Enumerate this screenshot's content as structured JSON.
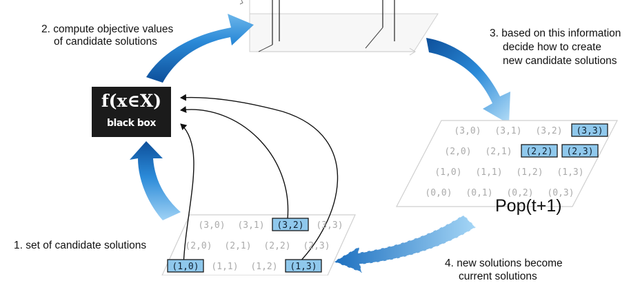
{
  "labels": {
    "step1": "1. set of candidate solutions",
    "step2_line1": "2. compute objective values",
    "step2_line2": "of candidate solutions",
    "step3_line1": "3. based on this information",
    "step3_line2": "decide how to create",
    "step3_line3": "new candidate solutions",
    "step4_line1": "4. new solutions become",
    "step4_line2": "current solutions"
  },
  "black_box": {
    "formula": "f(x∈X)",
    "caption": "black box"
  },
  "pop_next": {
    "title": "Pop(t+1)",
    "rows": [
      [
        "(3,0)",
        "(3,1)",
        "(3,2)",
        "(3,3)"
      ],
      [
        "(2,0)",
        "(2,1)",
        "(2,2)",
        "(2,3)"
      ],
      [
        "(1,0)",
        "(1,1)",
        "(1,2)",
        "(1,3)"
      ],
      [
        "(0,0)",
        "(0,1)",
        "(0,2)",
        "(0,3)"
      ]
    ],
    "highlighted": [
      "(3,3)",
      "(2,2)",
      "(2,3)"
    ]
  },
  "pop_current": {
    "rows": [
      [
        "(3,0)",
        "(3,1)",
        "(3,2)",
        "(3,3)"
      ],
      [
        "(2,0)",
        "(2,1)",
        "(2,2)",
        "(2,3)"
      ],
      [
        "(1,0)",
        "(1,1)",
        "(1,2)",
        "(1,3)"
      ]
    ],
    "highlighted": [
      "(3,2)",
      "(1,0)",
      "(1,3)"
    ]
  },
  "colors": {
    "arrow_blue": "#1f78c8",
    "highlight_fill": "#8fc8ec",
    "cell_text": "#aaaaaa",
    "black_box": "#1b1b1b"
  }
}
